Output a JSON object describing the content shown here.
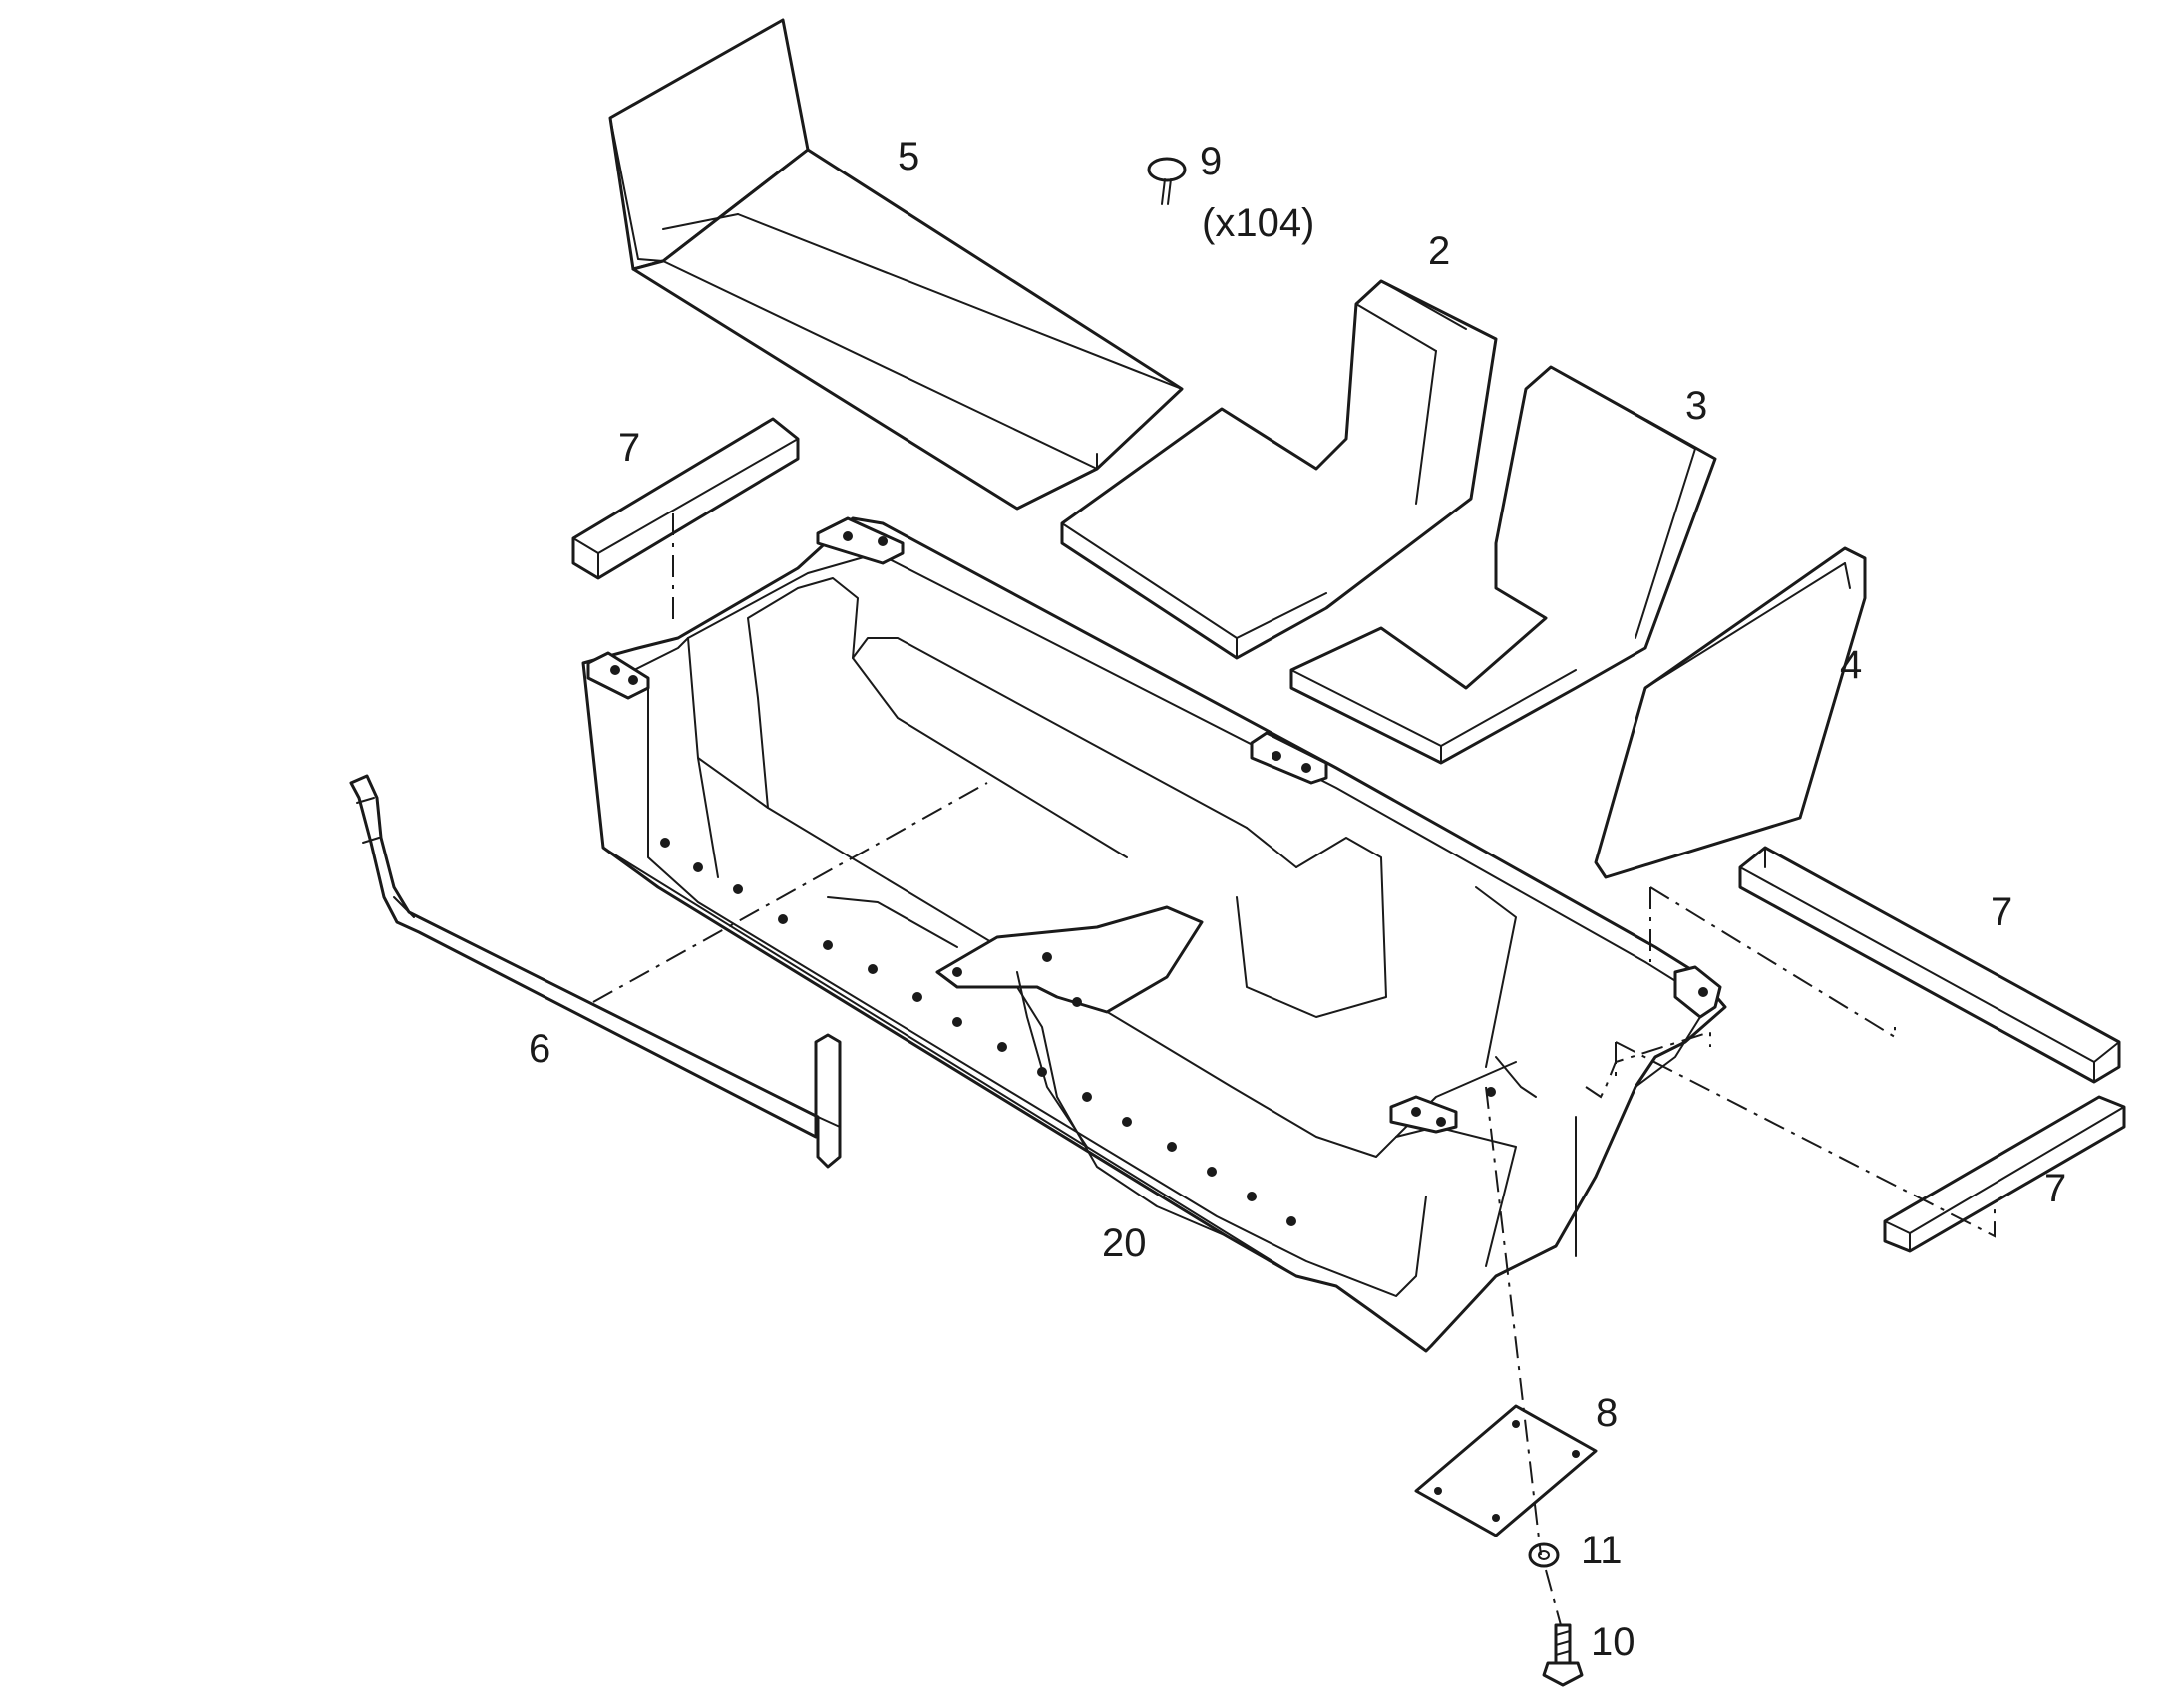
{
  "labels": {
    "part5": "5",
    "part9": "9",
    "part9_qty": "(x104)",
    "part2": "2",
    "part3": "3",
    "part4": "4",
    "part7_top_left": "7",
    "part7_right_upper": "7",
    "part7_right_lower": "7",
    "part6": "6",
    "part20": "20",
    "part8": "8",
    "part11": "11",
    "part10": "10"
  }
}
